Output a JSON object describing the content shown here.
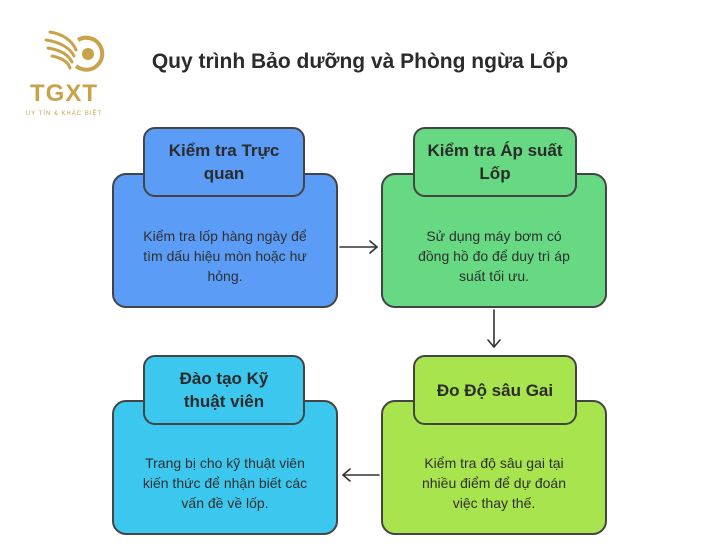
{
  "logo": {
    "brand": "TGXT",
    "tagline": "UY TÍN & KHÁC BIỆT",
    "color": "#c9a24a",
    "icon": "eagle-wing-logo"
  },
  "title": "Quy trình Bảo dưỡng và Phòng ngừa Lốp",
  "steps": [
    {
      "heading": "Kiểm tra Trực quan",
      "description": "Kiểm tra lốp hàng ngày để tìm dấu hiệu mòn hoặc hư hỏng.",
      "color": "#5b9cf6"
    },
    {
      "heading": "Kiểm tra Áp suất Lốp",
      "description": "Sử dụng máy bơm có đồng hồ đo để duy trì áp suất tối ưu.",
      "color": "#66d982"
    },
    {
      "heading": "Đo Độ sâu Gai",
      "description": "Kiểm tra độ sâu gai tại nhiều điểm để dự đoán việc thay thế.",
      "color": "#a8e44d"
    },
    {
      "heading": "Đào tạo Kỹ thuật viên",
      "description": "Trang bị cho kỹ thuật viên kiến thức để nhận biết các vấn đề về lốp.",
      "color": "#3cc8ee"
    }
  ]
}
